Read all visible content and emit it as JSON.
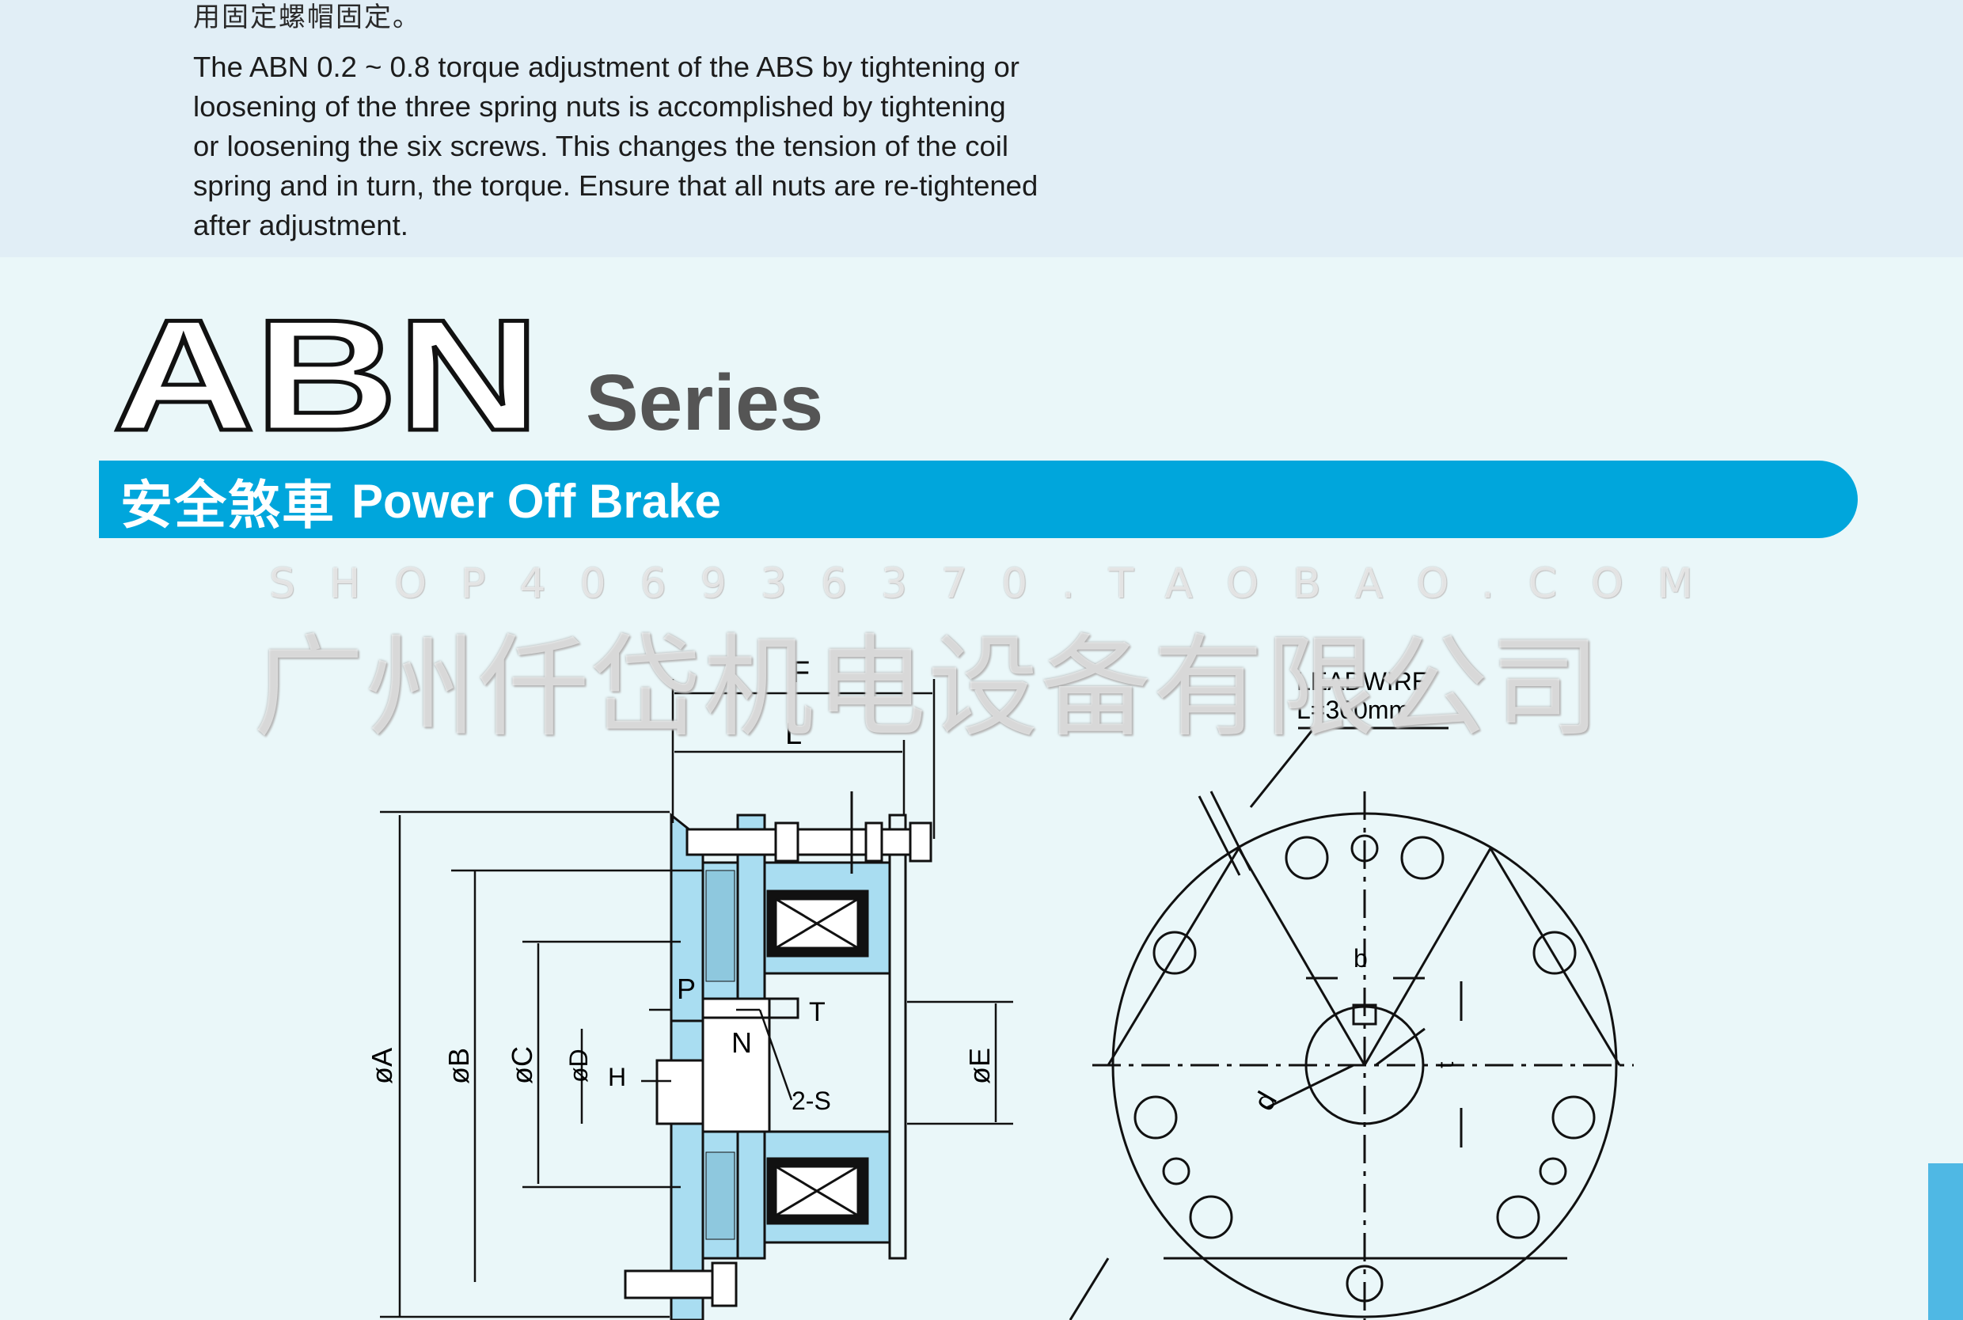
{
  "intro": {
    "cn_note": "用固定螺帽固定。",
    "paragraph_lines": [
      "The ABN 0.2 ~ 0.8 torque adjustment of the ABS by tightening or",
      "loosening of the three spring nuts is accomplished by tightening",
      "or loosening the six screws. This changes the tension of the coil",
      "spring and in turn, the torque. Ensure that all nuts are re-tightened",
      "after adjustment."
    ]
  },
  "header": {
    "series_code": "ABN",
    "series_word": "Series"
  },
  "banner": {
    "cn_title": "安全煞車",
    "en_title": "Power Off Brake"
  },
  "watermark": {
    "url": "SHOP406936370.TAOBAO.COM",
    "company": "广州仟岱机电设备有限公司"
  },
  "side_view": {
    "labels": {
      "F": "F",
      "L": "L",
      "P": "P",
      "T": "T",
      "N": "N",
      "H": "H",
      "S2": "2-S",
      "oA": "øA",
      "oB": "øB",
      "oC": "øC",
      "oD": "øD",
      "oE": "øE"
    }
  },
  "front_view": {
    "leadwire_line1": "LEADWIRE",
    "leadwire_line2": "L=300mm",
    "labels": {
      "b": "b",
      "d": "d",
      "t": "t"
    }
  },
  "colors": {
    "band": "#e1eef6",
    "page": "#eaf7f9",
    "banner": "#00a6dc",
    "part_fill": "#a9ddf1"
  }
}
